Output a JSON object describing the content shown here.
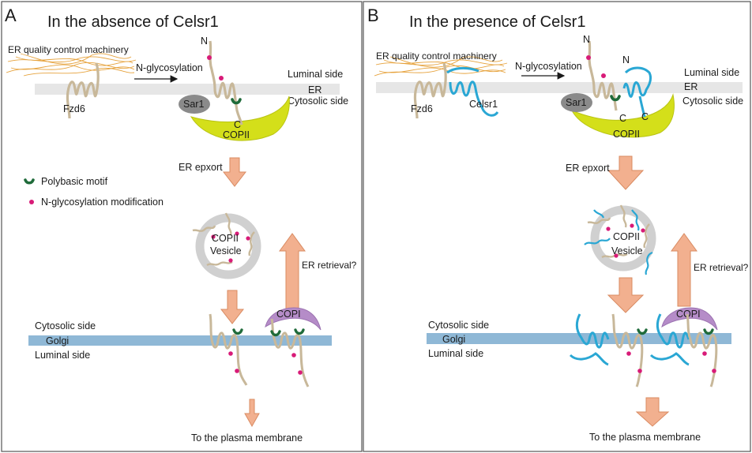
{
  "panels": [
    {
      "letter": "A",
      "title": "In the absence of Celsr1",
      "er_qc": "ER quality control machinery",
      "n_glyco": "N-glycosylation",
      "luminal_er": "Luminal side",
      "er": "ER",
      "cytosolic_er": "Cytosolic side",
      "fzd6": "Fzd6",
      "sar1": "Sar1",
      "copii": "COPII",
      "n_term": "N",
      "c_term": "C",
      "er_export": "ER epxort",
      "vesicle_line1": "COPII",
      "vesicle_line2": "Vesicle",
      "er_retrieval": "ER retrieval?",
      "copi": "COPI",
      "cytosolic_golgi": "Cytosolic side",
      "golgi": "Golgi",
      "luminal_golgi": "Luminal side",
      "to_pm": "To the plasma membrane"
    },
    {
      "letter": "B",
      "title": "In the presence of Celsr1",
      "er_qc": "ER quality control machinery",
      "n_glyco": "N-glycosylation",
      "luminal_er": "Luminal side",
      "er": "ER",
      "cytosolic_er": "Cytosolic side",
      "fzd6": "Fzd6",
      "celsr1": "Celsr1",
      "sar1": "Sar1",
      "copii": "COPII",
      "n_term_1": "N",
      "n_term_2": "N",
      "c_term_1": "C",
      "c_term_2": "C",
      "er_export": "ER epxort",
      "vesicle_line1": "COPII",
      "vesicle_line2": "Vesicle",
      "er_retrieval": "ER retrieval?",
      "copi": "COPI",
      "cytosolic_golgi": "Cytosolic side",
      "golgi": "Golgi",
      "luminal_golgi": "Luminal side",
      "to_pm": "To the plasma membrane"
    }
  ],
  "legend": {
    "polybasic": "Polybasic motif",
    "nglyco_mod": "N-glycosylation modification"
  },
  "colors": {
    "fzd6": "#c8b89a",
    "celsr1": "#2aa7d4",
    "polybasic": "#1f6b3a",
    "glyco": "#d81b78",
    "copii": "#d4df1a",
    "sar1": "#8a8a8a",
    "copi": "#b58cc8",
    "golgi": "#8fb8d6",
    "er": "#e6e6e6",
    "arrow_fill": "#f2b08f",
    "arrow_stroke": "#d98b62",
    "qc": "#e6a23c"
  }
}
